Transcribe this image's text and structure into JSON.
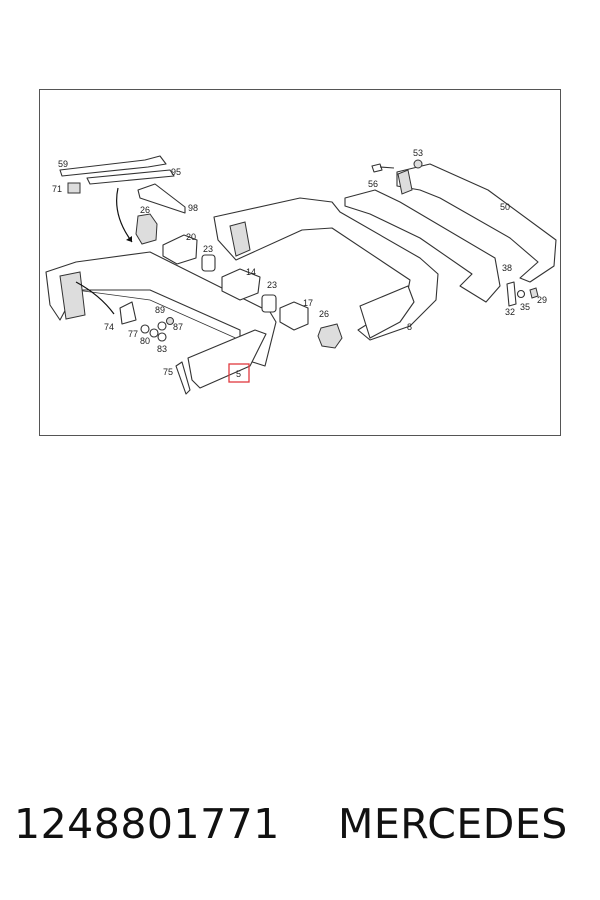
{
  "diagram": {
    "callouts": {
      "c59": "59",
      "c95": "95",
      "c71": "71",
      "c98": "98",
      "c26a": "26",
      "c20": "20",
      "c23a": "23",
      "c14": "14",
      "c23b": "23",
      "c17": "17",
      "c26b": "26",
      "c74": "74",
      "c77": "77",
      "c89": "89",
      "c87": "87",
      "c80": "80",
      "c83": "83",
      "c75": "75",
      "c5": "5",
      "c8": "8",
      "c53": "53",
      "c56": "56",
      "c50": "50",
      "c38": "38",
      "c35": "35",
      "c29": "29",
      "c32": "32"
    },
    "highlighted_part": "5",
    "highlight_color": "#e0393e"
  },
  "footer": {
    "part_number": "1248801771",
    "brand": "MERCEDES"
  }
}
